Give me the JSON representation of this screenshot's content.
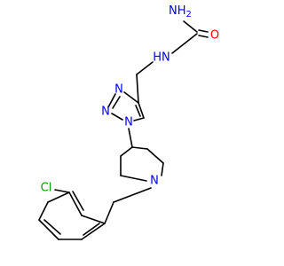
{
  "molecule": {
    "atoms": {
      "carbonyl_o": {
        "text": "O",
        "color": "#FF0000"
      },
      "amide_n": {
        "text": "NH",
        "sub": "2",
        "color": "#0000FF"
      },
      "urea_nh": {
        "text": "HN",
        "color": "#0000FF"
      },
      "triazole_n3": {
        "text": "N",
        "color": "#0000FF"
      },
      "triazole_n2": {
        "text": "N",
        "color": "#0000FF"
      },
      "triazole_n1": {
        "text": "N",
        "color": "#0000FF"
      },
      "piperidine_n": {
        "text": "N",
        "color": "#0000FF"
      },
      "chlorine": {
        "text": "Cl",
        "color": "#00A000"
      }
    }
  }
}
